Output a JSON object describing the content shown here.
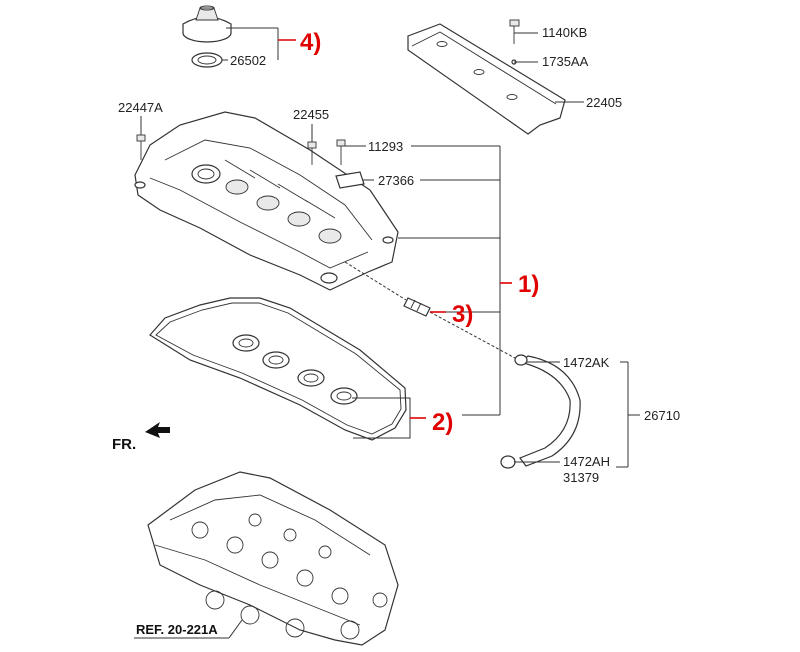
{
  "parts": {
    "p1140KB": "1140KB",
    "p1735AA": "1735AA",
    "p22405": "22405",
    "p26502": "26502",
    "p22447A": "22447A",
    "p22455": "22455",
    "p11293": "11293",
    "p27366": "27366",
    "p1472AK": "1472AK",
    "p26710": "26710",
    "p1472AH": "1472AH",
    "p31379": "31379"
  },
  "callouts": {
    "c1": "1)",
    "c2": "2)",
    "c3": "3)",
    "c4": "4)"
  },
  "labels": {
    "front": "FR.",
    "reference": "REF. 20-221A"
  },
  "colors": {
    "callout": "#e00000",
    "line": "#333333"
  }
}
